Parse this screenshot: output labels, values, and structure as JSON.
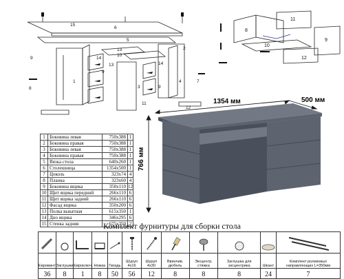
{
  "dimensions": {
    "width_label": "1354 мм",
    "depth_label": "500 мм",
    "height_label": "766 мм"
  },
  "exploded_callouts": [
    "15",
    "6",
    "5",
    "13",
    "14",
    "14",
    "2",
    "3",
    "4",
    "7",
    "1",
    "10",
    "8",
    "9",
    "9",
    "9",
    "11",
    "12",
    "13"
  ],
  "mini_callouts": [
    "8",
    "11",
    "10",
    "9",
    "12"
  ],
  "parts": [
    {
      "n": "1",
      "name": "Боковина левая",
      "size": "750x388",
      "qty": "1"
    },
    {
      "n": "2",
      "name": "Боковина правая",
      "size": "750x388",
      "qty": "1"
    },
    {
      "n": "3",
      "name": "Боковина левая",
      "size": "750x388",
      "qty": "1"
    },
    {
      "n": "4",
      "name": "Боковина правая",
      "size": "750x388",
      "qty": "1"
    },
    {
      "n": "5",
      "name": "Вязка стола",
      "size": "640x260",
      "qty": "1"
    },
    {
      "n": "6",
      "name": "Столешница",
      "size": "1354x500",
      "qty": "1"
    },
    {
      "n": "7",
      "name": "Цоколь",
      "size": "323x74",
      "qty": "4"
    },
    {
      "n": "8",
      "name": "Планка",
      "size": "323x60",
      "qty": "4"
    },
    {
      "n": "9",
      "name": "Боковина ящика",
      "size": "350x110",
      "qty": "12"
    },
    {
      "n": "10",
      "name": "Щит ящика передний",
      "size": "266x110",
      "qty": "6"
    },
    {
      "n": "11",
      "name": "Щит ящика задний",
      "size": "266x110",
      "qty": "6"
    },
    {
      "n": "12",
      "name": "Фасад ящика",
      "size": "350x200",
      "qty": "6"
    },
    {
      "n": "13",
      "name": "Полка выкатная",
      "size": "615x350",
      "qty": "1"
    },
    {
      "n": "14",
      "name": "Дно ящика",
      "size": "346x295",
      "qty": "6"
    },
    {
      "n": "15",
      "name": "Стенка задняя",
      "size": "675x350",
      "qty": "2"
    }
  ],
  "hardware_title": "Комплект фурнитуры для сборки стола",
  "hardware": [
    {
      "icon": "dowel-icon",
      "label": "Евровинт",
      "count": "36"
    },
    {
      "icon": "cap-icon",
      "label": "Заглушки",
      "count": "8"
    },
    {
      "icon": "hex-key-icon",
      "label": "Евроключ",
      "count": "1"
    },
    {
      "icon": "leg-icon",
      "label": "Ножка",
      "count": "8"
    },
    {
      "icon": "nail-icon",
      "label": "Гвоздь",
      "count": "50"
    },
    {
      "icon": "screw-icon",
      "label": "Шуруп 4x16",
      "count": "56"
    },
    {
      "icon": "screw-long-icon",
      "label": "Шуруп 4x30",
      "count": "12"
    },
    {
      "icon": "screw-dowel-icon",
      "label": "Ввинчив. дюбель",
      "count": "8"
    },
    {
      "icon": "eccentric-icon",
      "label": "Эксцентр. стяжка",
      "count": "8"
    },
    {
      "icon": "eccentric-cap-icon",
      "label": "Заглушка для эксцентрика",
      "count": "8"
    },
    {
      "icon": "pin-icon",
      "label": "Шкант",
      "count": "24"
    },
    {
      "icon": "rail-icon",
      "label": "Комплект роликовых направляющих L=350мм",
      "count": "7"
    }
  ],
  "colors": {
    "desk": "#5d6470",
    "desk_dark": "#4a505b",
    "desk_light": "#727985",
    "line": "#222222",
    "arrow": "#1a1a1a"
  }
}
